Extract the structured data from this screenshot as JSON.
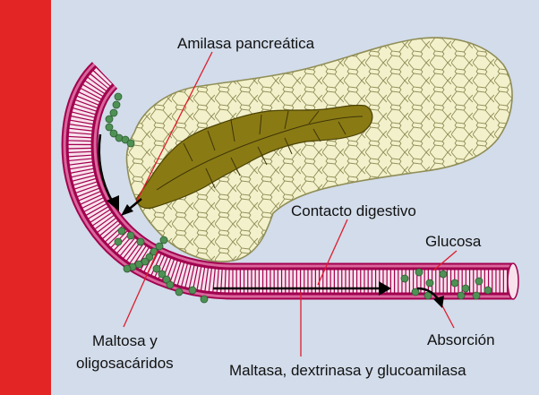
{
  "colors": {
    "background": "#d2dcea",
    "side_bar": "#e32526",
    "tissue_outline": "#a1004f",
    "tissue_wall": "#d9669b",
    "lumen": "#f9e2ec",
    "pancreas_fill": "#f3f1cb",
    "pancreas_stroke": "#8f8d56",
    "duct": "#8a7a14",
    "molecule": "#4f9155",
    "pointer_line": "#e01b2c",
    "arrow": "#000000",
    "text": "#111111"
  },
  "labels": {
    "pancreatic_amylase": "Amilasa pancreática",
    "digestive_contact": "Contacto digestivo",
    "glucose": "Glucosa",
    "maltose_line1": "Maltosa y",
    "maltose_line2": "oligosacáridos",
    "absorption": "Absorción",
    "brush_border_enzymes": "Maltasa, dextrinasa y glucoamilasa"
  }
}
